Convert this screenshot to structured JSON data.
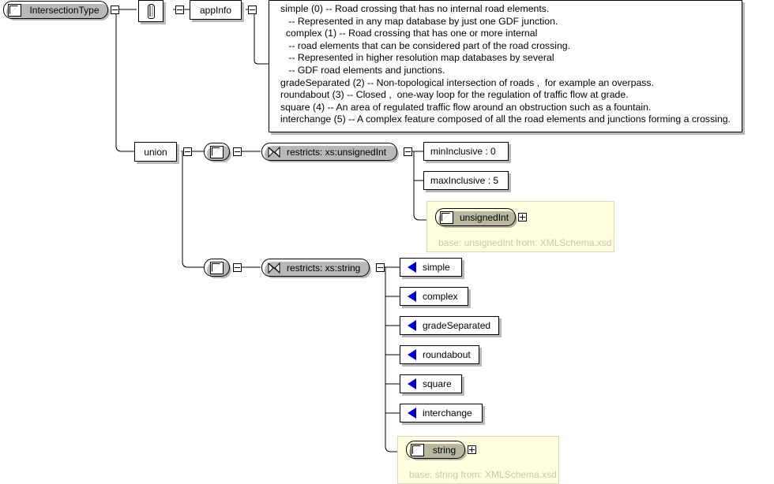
{
  "diagram": {
    "title": "IntersectionType",
    "type": "xml-schema-simpletype-diagram"
  },
  "root": {
    "name": "IntersectionType",
    "icon": "simpletype-icon",
    "control": "collapse-control"
  },
  "annotation": {
    "icon": "annotation-document-icon",
    "control": "collapse-control"
  },
  "appinfo": {
    "label": "appInfo",
    "control": "collapse-control"
  },
  "documentation": {
    "lines": "simple (0) -- Road crossing that has no internal road elements.\n   -- Represented in any map database by just one GDF junction.\n  complex (1) -- Road crossing that has one or more internal\n   -- road elements that can be considered part of the road crossing.\n   -- Represented in higher resolution map databases by several\n   -- GDF road elements and junctions.\ngradeSeparated (2) -- Non-topological intersection of roads ,  for example an overpass.\nroundabout (3) -- Closed ,  one-way loop for the regulation of traffic flow at grade.\nsquare (4) -- An area of regulated traffic flow around an obstruction such as a fountain.\ninterchange (5) -- A complex feature composed of all the road elements and junctions forming a crossing.",
    "entries": [
      {
        "value": "simple",
        "code": "0",
        "text": "Road crossing that has no internal road elements. Represented in any map database by just one GDF junction."
      },
      {
        "value": "complex",
        "code": "1",
        "text": "Road crossing that has one or more internal road elements that can be considered part of the road crossing. Represented in higher resolution map databases by several GDF road elements and junctions."
      },
      {
        "value": "gradeSeparated",
        "code": "2",
        "text": "Non-topological intersection of roads , for example an overpass."
      },
      {
        "value": "roundabout",
        "code": "3",
        "text": "Closed , one-way loop for the regulation of traffic flow at grade."
      },
      {
        "value": "square",
        "code": "4",
        "text": "An area of regulated traffic flow around an obstruction such as a fountain."
      },
      {
        "value": "interchange",
        "code": "5",
        "text": "A complex feature composed of all the road elements and junctions forming a crossing."
      }
    ]
  },
  "union": {
    "label": "union",
    "control": "collapse-control"
  },
  "branch_int": {
    "simpletype_icon": "simpletype-icon",
    "control": "collapse-control",
    "restricts_label": "restricts: xs:unsignedInt",
    "restricts_control": "collapse-control",
    "facets": [
      {
        "label": "minInclusive : 0"
      },
      {
        "label": "maxInclusive : 5"
      }
    ],
    "external": {
      "name": "unsignedInt",
      "base": "base: unsignedInt from: XMLSchema.xsd",
      "expand": "expand-control"
    }
  },
  "branch_string": {
    "simpletype_icon": "simpletype-icon",
    "control": "collapse-control",
    "restricts_label": "restricts: xs:string",
    "restricts_control": "collapse-control",
    "enumerations": [
      {
        "label": "simple"
      },
      {
        "label": "complex"
      },
      {
        "label": "gradeSeparated"
      },
      {
        "label": "roundabout"
      },
      {
        "label": "square"
      },
      {
        "label": "interchange"
      }
    ],
    "external": {
      "name": "string",
      "base": "base: string from: XMLSchema.xsd",
      "expand": "expand-control"
    }
  },
  "colors": {
    "enum_icon": "#0000cc",
    "external_panel": "#ffffe0",
    "external_panel_border": "#d8d8c0",
    "external_base_text": "#c8c8a8",
    "line": "#000000"
  }
}
